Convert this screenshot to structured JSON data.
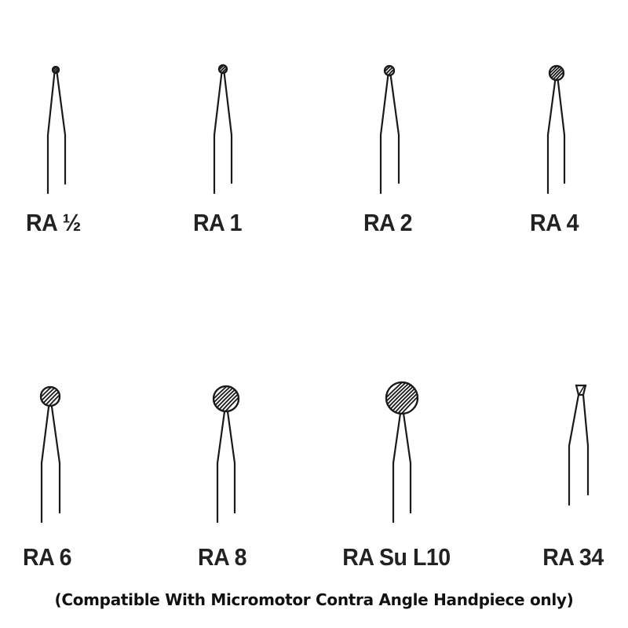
{
  "burs": [
    {
      "label": "RA ½",
      "head": "round"
    },
    {
      "label": "RA 1",
      "head": "round"
    },
    {
      "label": "RA 2",
      "head": "round"
    },
    {
      "label": "RA 4",
      "head": "round"
    },
    {
      "label": "RA 6",
      "head": "round"
    },
    {
      "label": "RA 8",
      "head": "round"
    },
    {
      "label": "RA Su L10",
      "head": "round"
    },
    {
      "label": "RA 34",
      "head": "inverted-cone"
    }
  ],
  "caption": "(Compatible With Micromotor Contra Angle Handpiece only)",
  "colors": {
    "line": "#1a1a1a",
    "text": "#222222"
  }
}
